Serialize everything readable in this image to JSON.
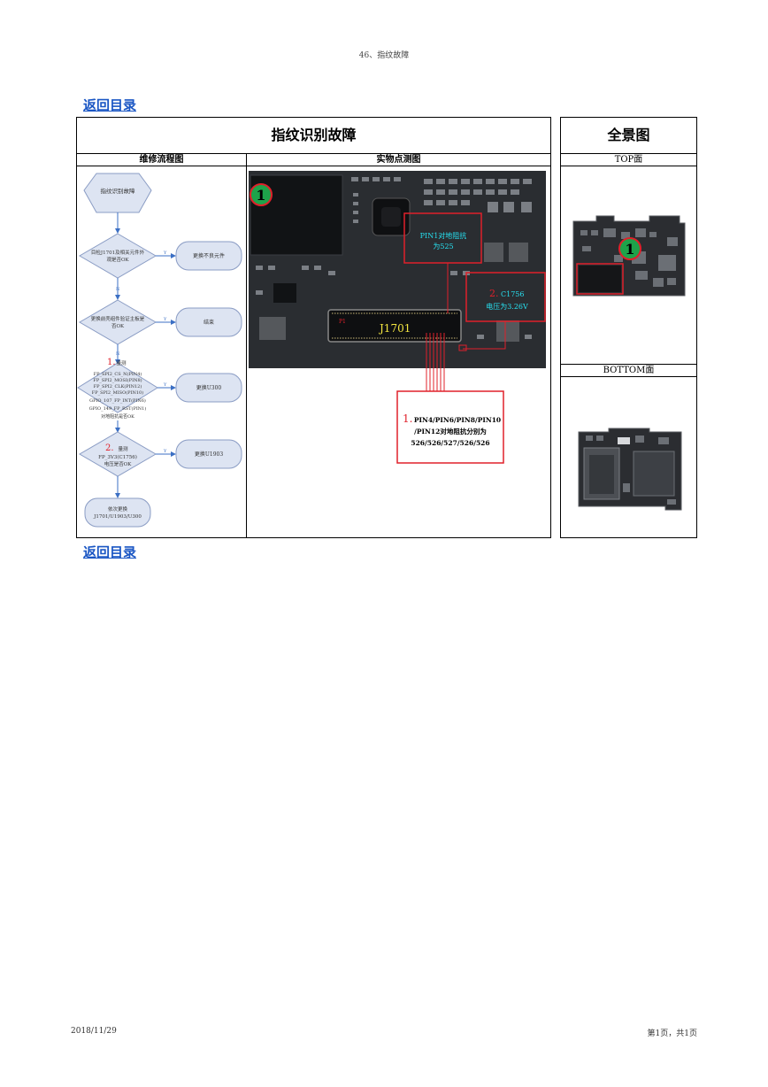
{
  "header": {
    "title": "46、指纹故障"
  },
  "back_link": "返回目录",
  "table": {
    "title": "指纹识别故障",
    "panorama_title": "全景图",
    "col_flowchart": "维修流程图",
    "col_photo": "实物点测图",
    "top_label": "TOP面",
    "bottom_label": "BOTTOM面"
  },
  "flowchart": {
    "start": "指纹识别故障",
    "d1_l1": "目检J1701及相关元件外",
    "d1_l2": "观是否OK",
    "r1": "更换不良元件",
    "d2_l1": "更换前壳组件验证主板是",
    "d2_l2": "否OK",
    "r2": "结束",
    "d3_num": "1.",
    "d3_l1": "量测",
    "d3_l2": "FP_SPI2_CS_N(PIN4)",
    "d3_l3": "FP_SPI2_MOSI(PIN8)",
    "d3_l4": "FP_SPI2_CLK(PIN12)",
    "d3_l5": "FP_SPI2_MISO(PIN10)",
    "d3_l6": "GPIO_107_FP_INT(PIN6)",
    "d3_l7": "GPIO_149_FP_RST(PIN1)",
    "d3_l8": "对地阻抗是否OK",
    "r3": "更换U300",
    "d4_num": "2.",
    "d4_l1": "量测",
    "d4_l2": "FP_3V3(C1756)",
    "d4_l3": "电压是否OK",
    "r4": "更换U1903",
    "end_l1": "依次更换",
    "end_l2": "J1701/U1903/U300",
    "yes": "Y",
    "no": "N"
  },
  "photo": {
    "marker": "1",
    "annot_pin1_l1": "PIN1对地阻抗",
    "annot_pin1_l2": "为525",
    "annot_c1756_num": "2.",
    "annot_c1756_l1": "C1756",
    "annot_c1756_l2": "电压为3.26V",
    "connector_label": "J1701",
    "pin_mark_left": "P1",
    "callout_num": "1.",
    "callout_l1": "PIN4/PIN6/PIN8/PIN10",
    "callout_l2": "/PIN12对地阻抗分别为",
    "callout_l3": "526/526/527/526/526"
  },
  "panorama": {
    "marker": "1"
  },
  "footer": {
    "date": "2018/11/29",
    "page": "第1页，共1页"
  },
  "colors": {
    "link": "#1a56c4",
    "flow_fill": "#dde4f2",
    "flow_stroke": "#8a9cc4",
    "arrow": "#3b6fc4",
    "annot_red": "#e0202a",
    "annot_cyan": "#27e0f0",
    "label_yellow": "#f4e640",
    "marker_green": "#1ea34a"
  }
}
